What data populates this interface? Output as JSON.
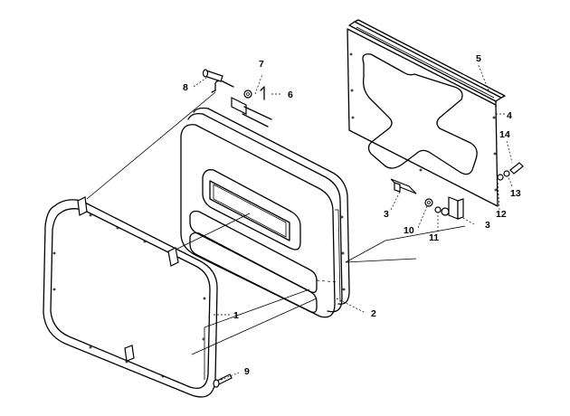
{
  "diagram": {
    "type": "exploded-parts-view",
    "callouts": [
      {
        "id": "c1",
        "text": "1"
      },
      {
        "id": "c2",
        "text": "2"
      },
      {
        "id": "c3a",
        "text": "3"
      },
      {
        "id": "c3b",
        "text": "3"
      },
      {
        "id": "c4",
        "text": "4"
      },
      {
        "id": "c5",
        "text": "5"
      },
      {
        "id": "c6",
        "text": "6"
      },
      {
        "id": "c7",
        "text": "7"
      },
      {
        "id": "c8",
        "text": "8"
      },
      {
        "id": "c9",
        "text": "9"
      },
      {
        "id": "c10",
        "text": "10"
      },
      {
        "id": "c11",
        "text": "11"
      },
      {
        "id": "c12",
        "text": "12"
      },
      {
        "id": "c13",
        "text": "13"
      },
      {
        "id": "c14",
        "text": "14"
      }
    ]
  }
}
